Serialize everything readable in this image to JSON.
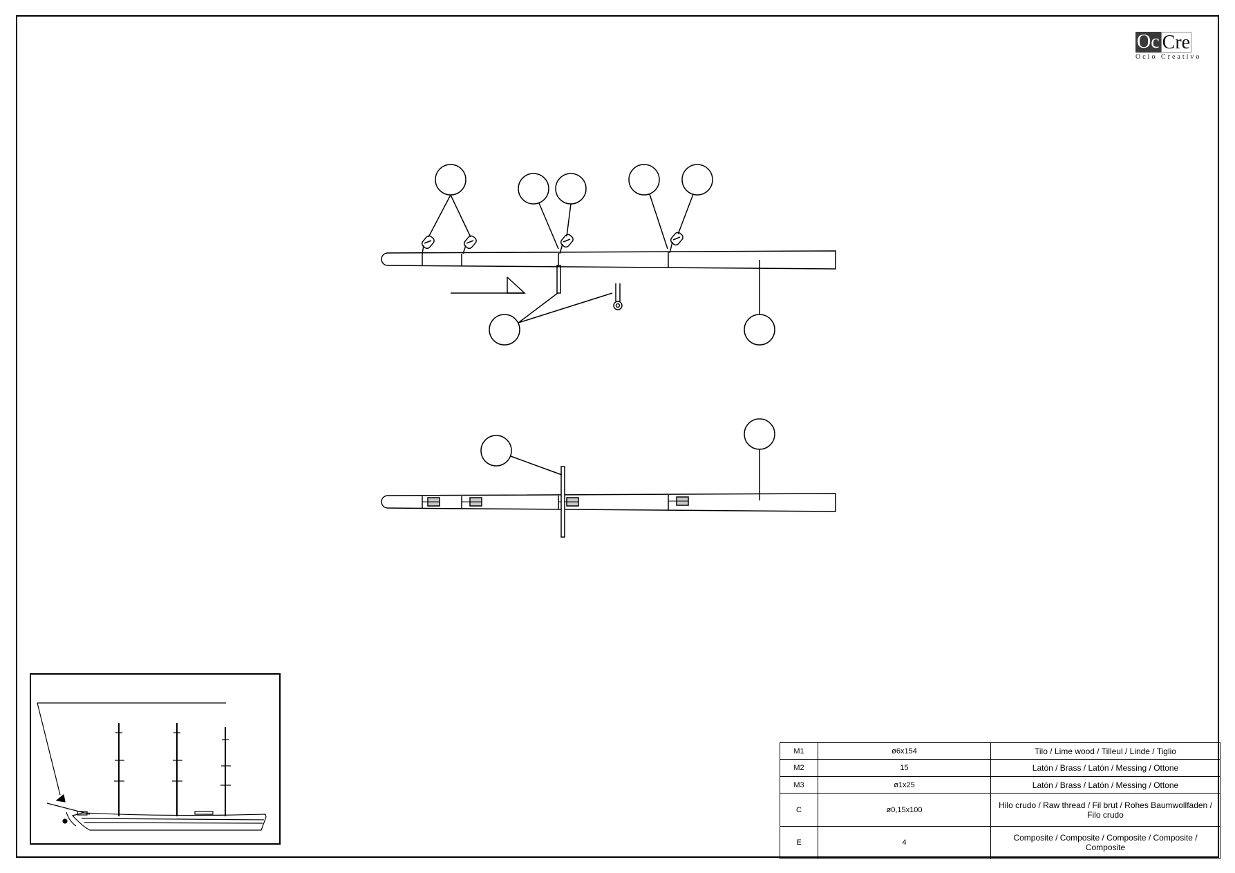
{
  "logo": {
    "brand_left": "Oc",
    "brand_right": "Cre",
    "tagline": "Ocio Creativo"
  },
  "parts_table": [
    {
      "ref": "M1",
      "size": "ø6x154",
      "material": "Tilo / Lime wood / Tilleul / Linde / Tiglio"
    },
    {
      "ref": "M2",
      "size": "15",
      "material": "Latón / Brass / Latón / Messing / Ottone"
    },
    {
      "ref": "M3",
      "size": "ø1x25",
      "material": "Latón / Brass / Latón / Messing / Ottone"
    },
    {
      "ref": "C",
      "size": "ø0,15x100",
      "material": "Hilo crudo / Raw thread / Fil brut / Rohes Baumwollfaden / Filo crudo"
    },
    {
      "ref": "E",
      "size": "4",
      "material": "Composite / Composite / Composite / Composite / Composite"
    }
  ],
  "icons": {
    "logo": "occre-logo",
    "ship": "three-masted-ship-icon"
  }
}
